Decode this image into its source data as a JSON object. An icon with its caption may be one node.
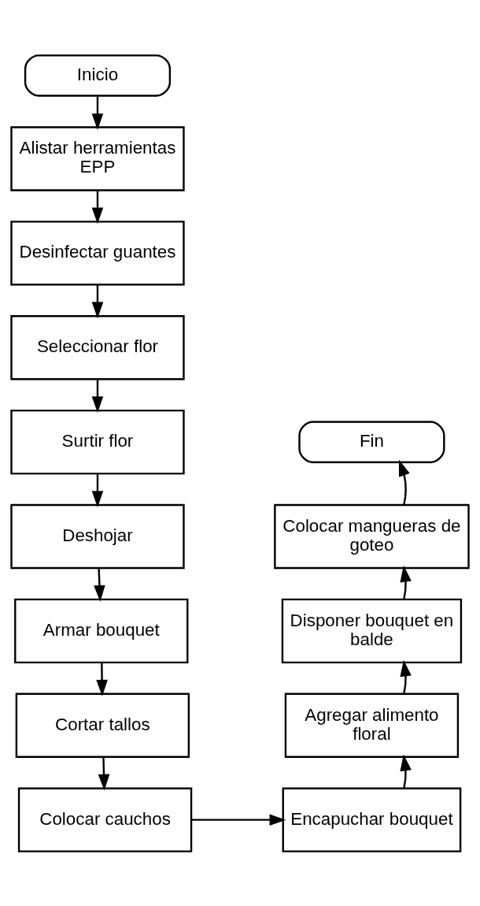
{
  "diagram": {
    "nodes": [
      {
        "text": [
          "Inicio"
        ]
      },
      {
        "text": [
          "Alistar herramientas EPP"
        ]
      },
      {
        "text": [
          "Desinfectar guantes"
        ]
      },
      {
        "text": [
          "Seleccionar flor"
        ]
      },
      {
        "text": [
          "Surtir flor"
        ]
      },
      {
        "text": [
          "Deshojar"
        ]
      },
      {
        "text": [
          "Armar bouquet"
        ]
      },
      {
        "text": [
          "Cortar tallos"
        ]
      },
      {
        "text": [
          "Colocar cauchos"
        ]
      },
      {
        "text": [
          "Encapuchar bouquet"
        ]
      },
      {
        "text": [
          "Agregar alimento floral"
        ]
      },
      {
        "text": [
          "Disponer bouquet en balde"
        ]
      },
      {
        "text": [
          "Colocar mangueras de goteo"
        ]
      },
      {
        "text": [
          "Fin"
        ]
      }
    ],
    "edges": [
      {
        "from": 0,
        "to": 1,
        "arrow": "to"
      },
      {
        "from": 1,
        "to": 2,
        "arrow": "to"
      },
      {
        "from": 2,
        "to": 3,
        "arrow": "to"
      },
      {
        "from": 3,
        "to": 4,
        "arrow": "to"
      },
      {
        "from": 4,
        "to": 5,
        "arrow": "to"
      },
      {
        "from": 5,
        "to": 6,
        "arrow": "to"
      },
      {
        "from": 6,
        "to": 7,
        "arrow": "to"
      },
      {
        "from": 7,
        "to": 8,
        "arrow": "to"
      },
      {
        "from": 8,
        "to": 9,
        "arrow": "to"
      },
      {
        "from": 9,
        "to": 10,
        "arrow": "to"
      },
      {
        "from": 10,
        "to": 11,
        "arrow": "to"
      },
      {
        "from": 11,
        "to": 12,
        "arrow": "to"
      },
      {
        "from": 12,
        "to": 13,
        "arrow": "to"
      }
    ]
  }
}
